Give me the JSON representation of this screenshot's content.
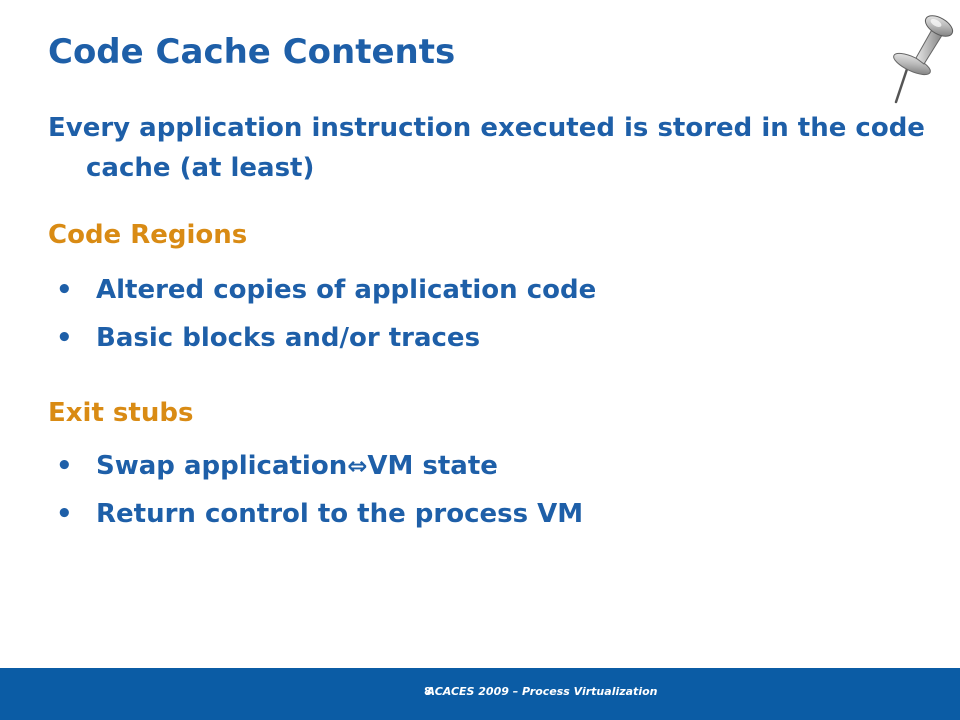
{
  "slide": {
    "title": "Code Cache Contents",
    "lead": "Every application instruction executed is stored in the code cache (at least)",
    "sections": [
      {
        "heading": "Code Regions",
        "bullets": [
          "Altered copies of application code",
          "Basic blocks and/or traces"
        ]
      },
      {
        "heading": "Exit stubs",
        "bullets": [
          {
            "before": "Swap application",
            "arrow": "⇔",
            "after": "VM state"
          },
          "Return control to the process VM"
        ]
      }
    ],
    "bullet_glyph": "•"
  },
  "footer": {
    "page_number": "8",
    "text": "ACACES 2009 – Process Virtualization"
  },
  "icons": {
    "decoration": "pushpin-icon"
  },
  "colors": {
    "title": "#1e5fa8",
    "heading": "#d98b14",
    "footer_bar": "#0b5ca5"
  }
}
